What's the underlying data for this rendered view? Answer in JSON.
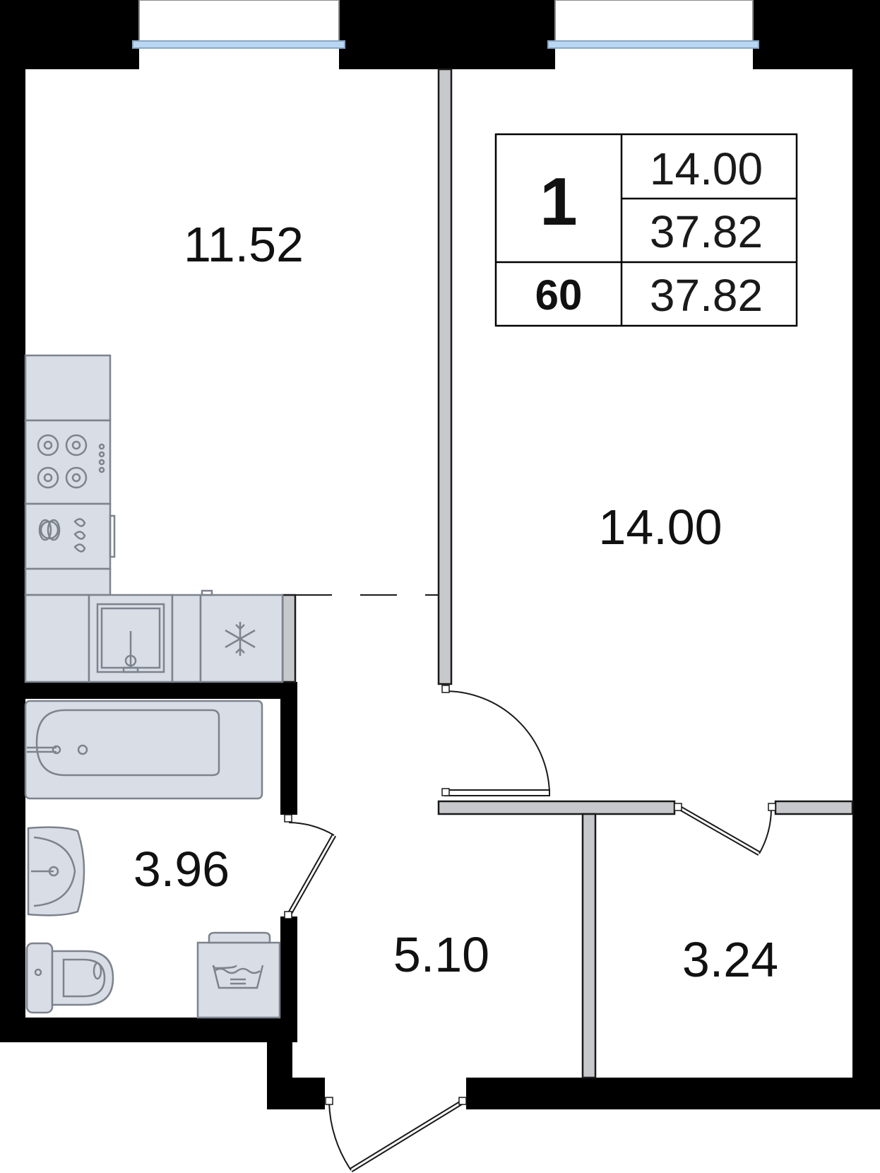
{
  "summary": {
    "rooms_count": "1",
    "living_area": "14.00",
    "total_area": "37.82",
    "apartment_number": "60",
    "total_area_2": "37.82"
  },
  "rooms": {
    "kitchen_area": "11.52",
    "bedroom_area": "14.00",
    "bathroom_area": "3.96",
    "hall_area": "5.10",
    "storage_area": "3.24"
  },
  "icons": {
    "kitchen": [
      "countertop-icon",
      "cooktop-icon",
      "oven-icon",
      "sink-icon",
      "fridge-icon"
    ],
    "bathroom": [
      "bathtub-icon",
      "washbasin-icon",
      "toilet-icon",
      "washing-machine-icon"
    ]
  },
  "colors": {
    "wall": "#000000",
    "partition": "#c6c8cb",
    "fixture_fill": "#d9dde6",
    "fixture_stroke": "#7d838d",
    "window": "#b9d7f2"
  }
}
